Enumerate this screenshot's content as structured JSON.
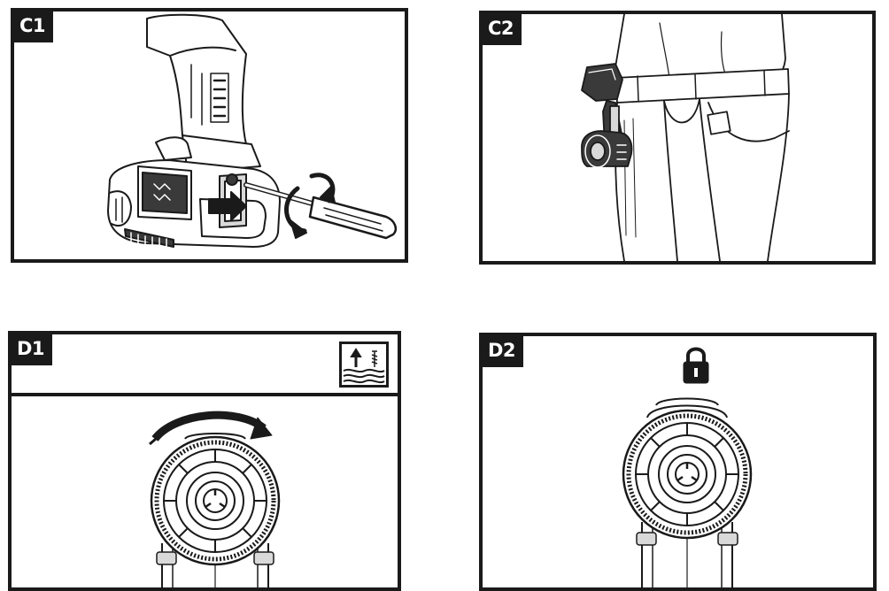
{
  "panels": {
    "c1": {
      "label": "C1"
    },
    "c2": {
      "label": "C2"
    },
    "d1": {
      "label": "D1",
      "mode_icon": "drill-mode-icon"
    },
    "d2": {
      "label": "D2",
      "mode_icon": "lock-icon"
    }
  },
  "colors": {
    "stroke": "#1a1a1a",
    "tag_bg": "#1a1a1a",
    "tag_text": "#ffffff",
    "tool_dark": "#3a3a3a",
    "tool_light": "#d9d9d9"
  }
}
